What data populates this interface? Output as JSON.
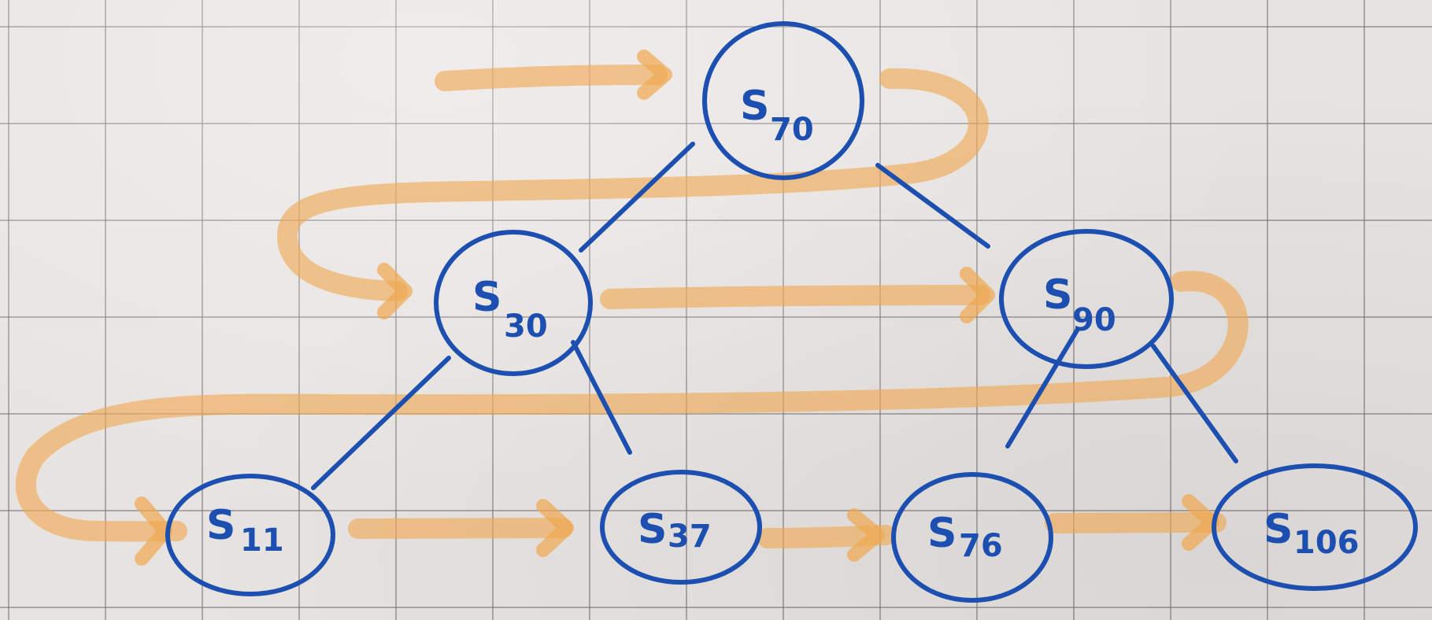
{
  "diagram": {
    "kind": "binary tree with level-order traversal arrows",
    "nodes": [
      {
        "id": "root",
        "prefix": "S",
        "sub": "70"
      },
      {
        "id": "left",
        "prefix": "S",
        "sub": "30"
      },
      {
        "id": "right",
        "prefix": "S",
        "sub": "90"
      },
      {
        "id": "left-left",
        "prefix": "S",
        "sub": "11"
      },
      {
        "id": "left-right",
        "prefix": "S",
        "sub": "37"
      },
      {
        "id": "right-left",
        "prefix": "S",
        "sub": "76"
      },
      {
        "id": "right-right",
        "prefix": "S",
        "sub": "106"
      }
    ],
    "traversal_order": [
      "S70",
      "S30",
      "S90",
      "S11",
      "S37",
      "S76",
      "S106"
    ],
    "colors": {
      "ink": "#1c4fb0",
      "highlighter": "#f0a850",
      "paper": "#e7e3e1",
      "grid": "#787373"
    }
  }
}
